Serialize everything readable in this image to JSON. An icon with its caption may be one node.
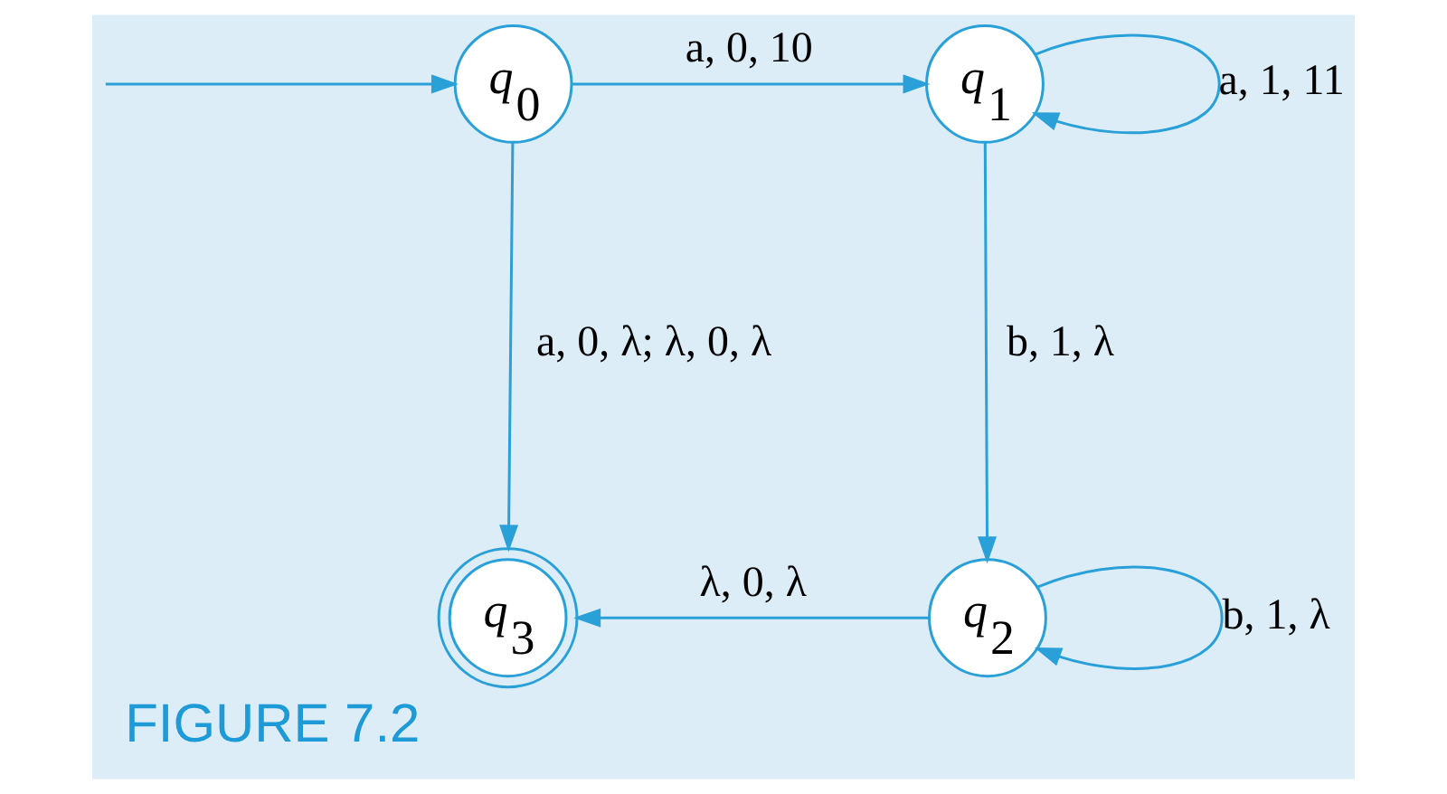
{
  "diagram": {
    "caption": "FIGURE 7.2",
    "nodes": [
      {
        "text": [
          "*q*$_{0}$"
        ]
      },
      {
        "text": [
          "*q*$_{1}$"
        ]
      },
      {
        "text": [
          "*q*$_{2}$"
        ]
      },
      {
        "text": [
          "*q*$_{3}$"
        ]
      }
    ],
    "edges": [
      {
        "from": null,
        "to": 0,
        "arrow": "to"
      },
      {
        "from": 0,
        "to": 1,
        "arrow": "to",
        "label": "a, 0, 10"
      },
      {
        "from": 1,
        "to": 1,
        "arrow": "to",
        "label": "a, 1, 11"
      },
      {
        "from": 0,
        "to": 3,
        "arrow": "to",
        "label": "a, 0, λ; λ, 0, λ"
      },
      {
        "from": 1,
        "to": 2,
        "arrow": "to",
        "label": "b, 1, λ"
      },
      {
        "from": 2,
        "to": 2,
        "arrow": "to",
        "label": "b, 1, λ"
      },
      {
        "from": 2,
        "to": 3,
        "arrow": "to",
        "label": "λ, 0, λ"
      }
    ]
  }
}
